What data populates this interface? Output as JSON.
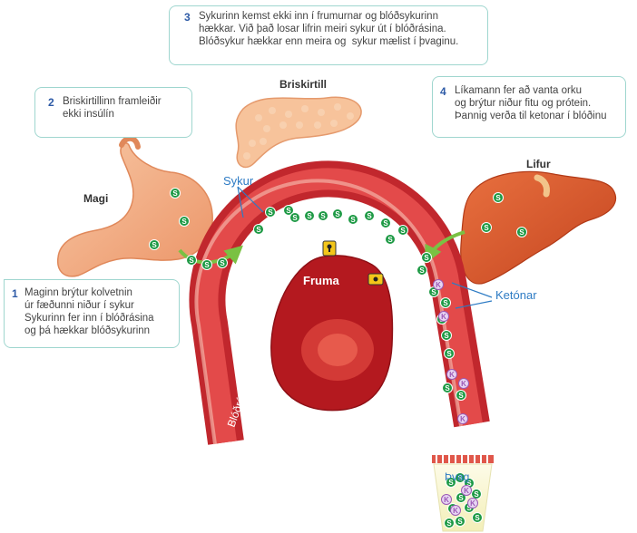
{
  "callouts": {
    "c1": {
      "num": "1",
      "lines": [
        "Maginn brýtur kolvetnin",
        "úr fæðunni niður í sykur",
        "Sykurinn fer inn í blóðrásina",
        "og þá hækkar blóðsykurinn"
      ]
    },
    "c2": {
      "num": "2",
      "lines": [
        "Briskirtillinn framleiðir",
        "ekki insúlín"
      ]
    },
    "c3": {
      "num": "3",
      "lines": [
        "Sykurinn kemst ekki inn í frumurnar og blóðsykurinn",
        "hækkar. Við það losar lifrin meiri sykur út í blóðrásina.",
        "Blóðsykur hækkar enn meira og  sykur mælist í þvaginu."
      ]
    },
    "c4": {
      "num": "4",
      "lines": [
        "Líkamann fer að vanta orku",
        "og brýtur niður fitu og prótein.",
        "Þannig verða til ketonar í blóðinu"
      ]
    }
  },
  "labels": {
    "magi": "Magi",
    "briskirtill": "Briskirtill",
    "lifur": "Lifur",
    "sykur": "Sykur",
    "fruma": "Fruma",
    "ketonar": "Ketónar",
    "blodras": "Blóðrás",
    "thvag": "Þvag"
  },
  "symbols": {
    "sugar": "S",
    "ketone": "K"
  },
  "colors": {
    "vessel": "#c1272d",
    "vessel_inner": "#e64a4a",
    "vessel_wall": "#f0a39a",
    "sugar": "#1e9a45",
    "ketone": "#9b59b6",
    "organ": "#f4a27a",
    "liver": "#d9542b",
    "cell": "#b4191f",
    "accent": "#2d7bc4",
    "callout_border": "#9fd6cf"
  }
}
